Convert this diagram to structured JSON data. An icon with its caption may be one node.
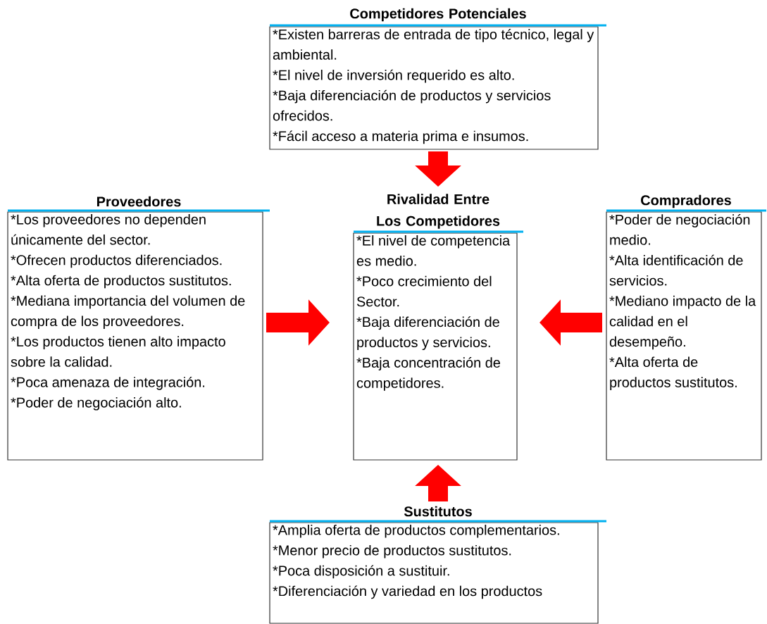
{
  "diagram": {
    "nodes": [
      {
        "text": [
          "Competidores Potenciales",
          "*Existen barreras de entrada de tipo técnico, legal y ambiental.",
          "*El nivel de  inversión requerido es alto.",
          "*Baja diferenciación de productos y servicios ofrecidos.",
          "*Fácil acceso a materia prima e insumos."
        ]
      },
      {
        "text": [
          "Proveedores",
          "*Los proveedores no dependen únicamente del sector.",
          "*Ofrecen productos diferenciados.",
          "*Alta oferta de productos sustitutos.",
          "*Mediana importancia del volumen de compra de los proveedores.",
          "*Los productos tienen alto impacto sobre la calidad.",
          "*Poca amenaza de integración.",
          "*Poder de negociación alto."
        ]
      },
      {
        "text": [
          "Rivalidad Entre Los Competidores",
          "*El nivel de competencia es medio.",
          "*Poco crecimiento del Sector.",
          "*Baja diferenciación de productos y servicios.",
          "*Baja concentración de competidores."
        ]
      },
      {
        "text": [
          "Compradores",
          "*Poder de negociación medio.",
          "*Alta identificación de servicios.",
          "*Mediano impacto de la calidad en el desempeño.",
          "*Alta oferta de productos sustitutos."
        ]
      },
      {
        "text": [
          "Sustitutos",
          "*Amplia oferta de productos complementarios.",
          "*Menor precio de productos sustitutos.",
          "*Poca disposición a sustituir.",
          "*Diferenciación y variedad en los productos"
        ]
      }
    ],
    "edges": [
      {
        "from": 0,
        "to": 2,
        "arrow": "to"
      },
      {
        "from": 1,
        "to": 2,
        "arrow": "to"
      },
      {
        "from": 3,
        "to": 2,
        "arrow": "to"
      },
      {
        "from": 4,
        "to": 2,
        "arrow": "to"
      }
    ]
  }
}
